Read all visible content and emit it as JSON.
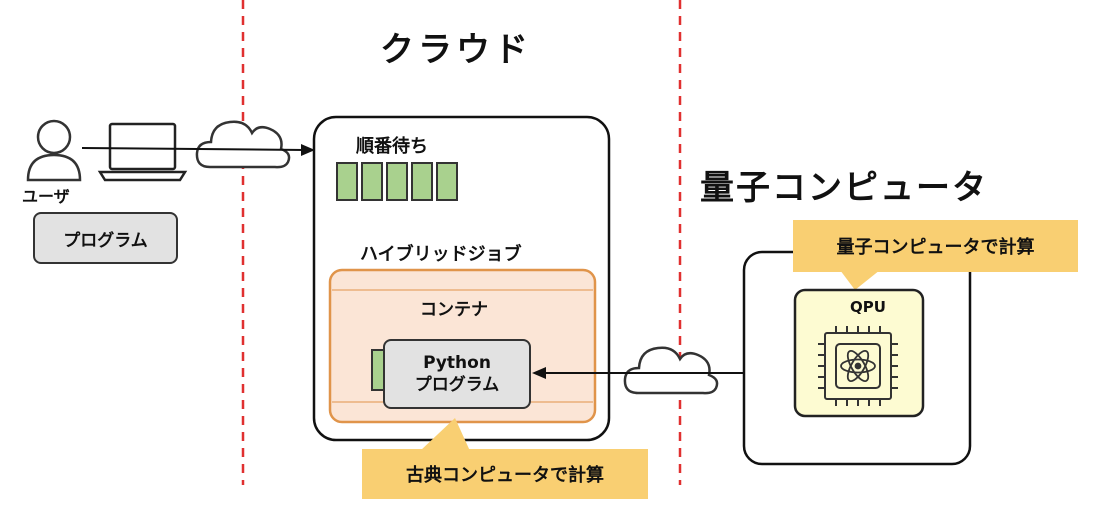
{
  "titles": {
    "cloud": "クラウド",
    "quantum_computer": "量子コンピュータ"
  },
  "user": {
    "label": "ユーザ",
    "program_label": "プログラム"
  },
  "cloud_box": {
    "queue_label": "順番待ち",
    "hybrid_job_label": "ハイブリッドジョブ",
    "container_label": "コンテナ",
    "python_line1": "Python",
    "python_line2": "プログラム",
    "queue_slots": 5
  },
  "callouts": {
    "classical": "古典コンピュータで計算",
    "quantum": "量子コンピュータで計算"
  },
  "qpu": {
    "label": "QPU"
  },
  "icons": [
    "user-icon",
    "laptop-icon",
    "cloud-icon",
    "chip-icon",
    "atom-icon"
  ],
  "colors": {
    "divider": "#e03030",
    "queue_green": "#a9d18e",
    "container_fill": "#fbe5d6",
    "container_border": "#e0944a",
    "callout": "#f9cf72",
    "qpu_fill": "#fdfbd2"
  }
}
